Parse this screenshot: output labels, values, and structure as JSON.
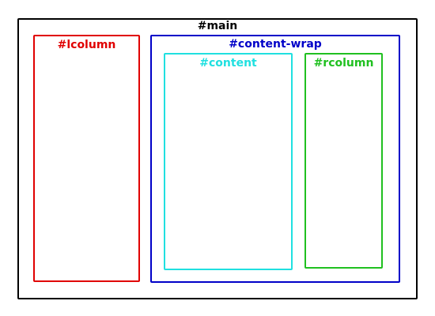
{
  "boxes": {
    "main": {
      "label": "#main",
      "color": "#000000"
    },
    "lcolumn": {
      "label": "#lcolumn",
      "color": "#e00000"
    },
    "wrap": {
      "label": "#content-wrap",
      "color": "#0000c8"
    },
    "content": {
      "label": "#content",
      "color": "#20e0e0"
    },
    "rcolumn": {
      "label": "#rcolumn",
      "color": "#20c020"
    }
  }
}
